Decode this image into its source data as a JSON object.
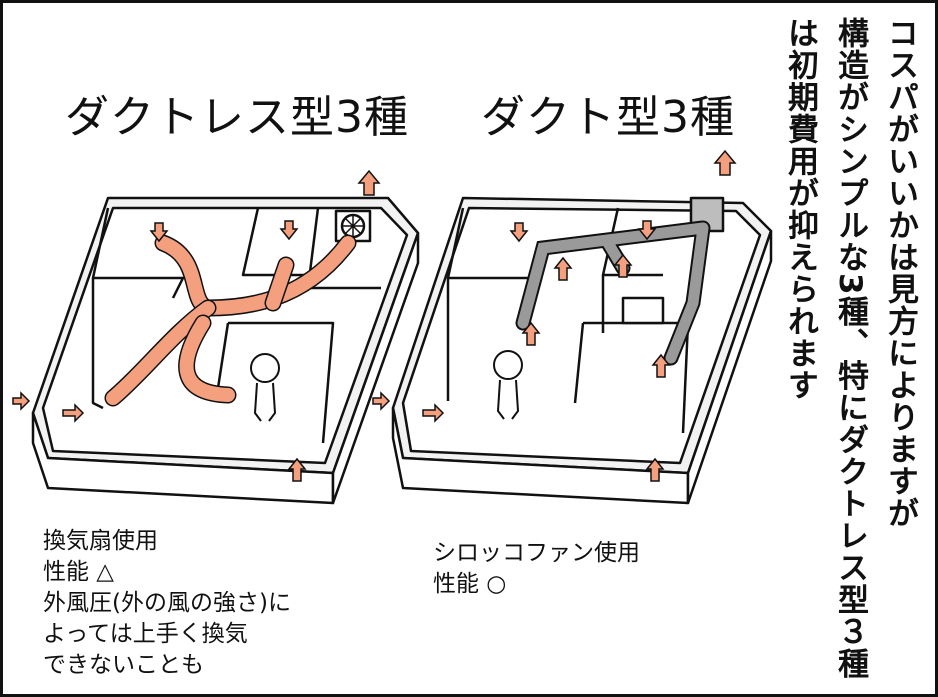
{
  "left": {
    "title": "ダクトレス型3種",
    "caption": [
      "換気扇使用",
      "性能 △",
      "外風圧(外の風の強さ)に",
      "よっては上手く換気",
      "できないことも"
    ]
  },
  "right": {
    "title": "ダクト型3種",
    "caption": [
      "シロッコファン使用",
      "性能 ○"
    ]
  },
  "side_text": [
    "コスパがいいかは見方によりますが",
    "構造がシンプルな3種、特にダクトレス型３種",
    "は初期費用が抑えられます"
  ],
  "colors": {
    "arrow": "#f4a07e",
    "duct": "#9a9a9a",
    "line": "#111111"
  }
}
